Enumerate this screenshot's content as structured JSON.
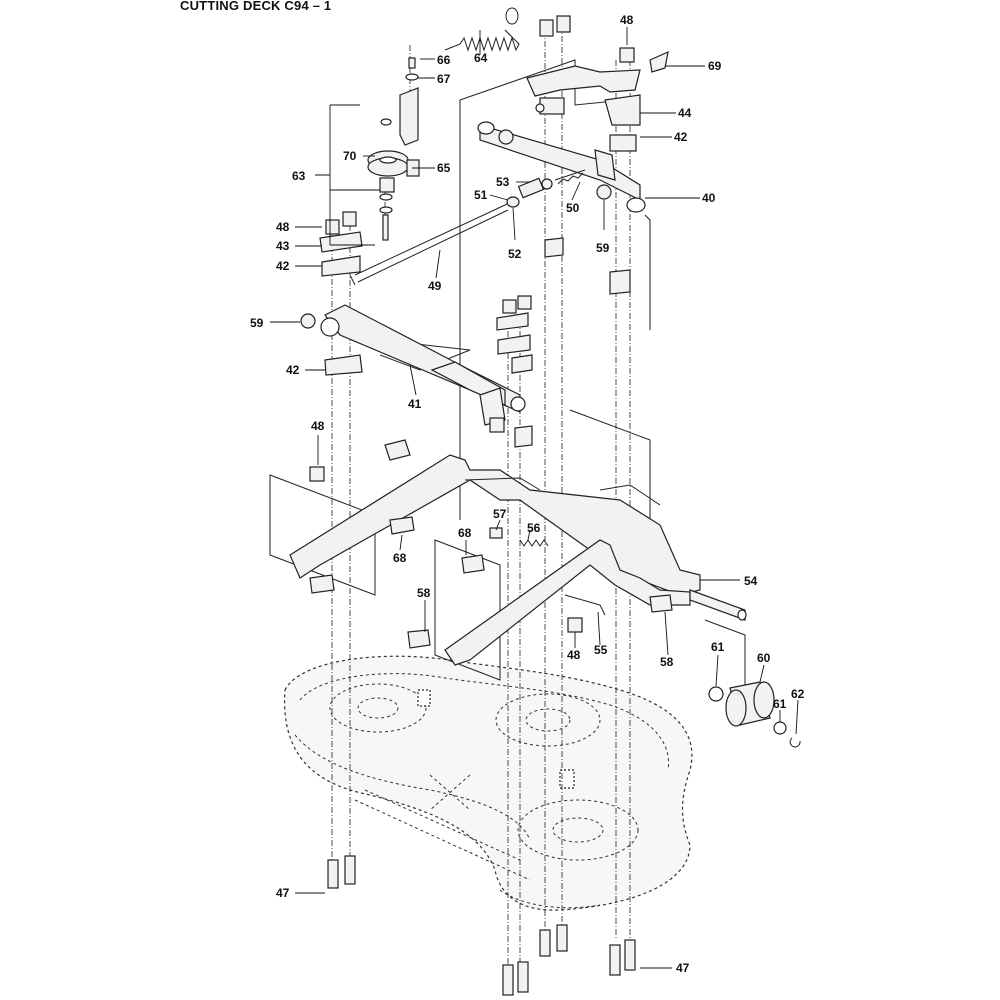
{
  "title": "CUTTING DECK C94 – 1",
  "callouts": {
    "c64": "64",
    "c66": "66",
    "c67": "67",
    "c70": "70",
    "c63": "63",
    "c65": "65",
    "c48a": "48",
    "c69": "69",
    "c44": "44",
    "c42a": "42",
    "c40": "40",
    "c53": "53",
    "c51": "51",
    "c50": "50",
    "c52": "52",
    "c59a": "59",
    "c48b": "48",
    "c43": "43",
    "c42b": "42",
    "c49": "49",
    "c59b": "59",
    "c42c": "42",
    "c41": "41",
    "c48c": "48",
    "c68a": "68",
    "c57": "57",
    "c56": "56",
    "c68b": "68",
    "c54": "54",
    "c58a": "58",
    "c48d": "48",
    "c55": "55",
    "c58b": "58",
    "c61a": "61",
    "c60": "60",
    "c61b": "61",
    "c62": "62",
    "c47a": "47",
    "c47b": "47"
  }
}
